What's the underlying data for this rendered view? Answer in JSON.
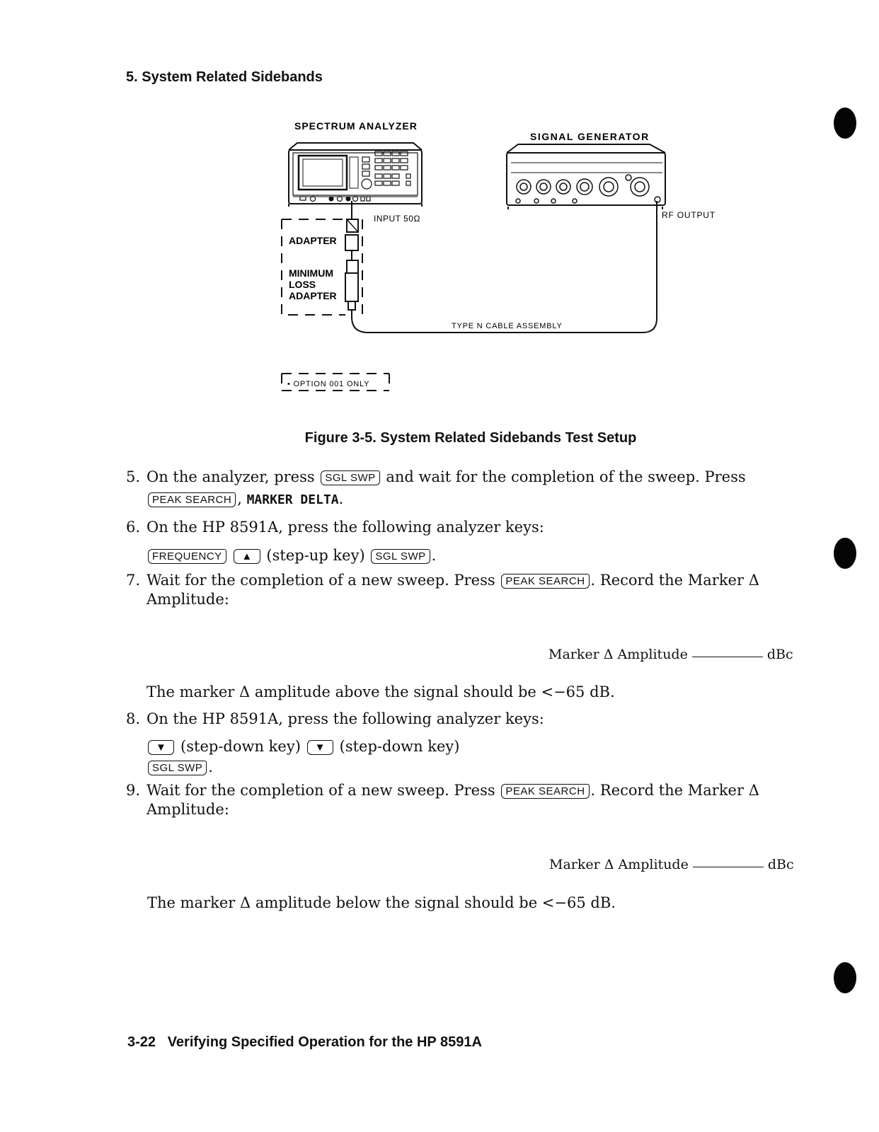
{
  "section_title": "5. System Related Sidebands",
  "figure": {
    "labels": {
      "spectrum_analyzer": "SPECTRUM ANALYZER",
      "signal_generator": "SIGNAL GENERATOR",
      "input": "INPUT 50Ω",
      "rf_output": "RF OUTPUT",
      "adapter": "ADAPTER",
      "minimum": "MINIMUM",
      "loss": "LOSS",
      "adapter2": "ADAPTER",
      "cable": "TYPE N CABLE ASSEMBLY",
      "option": "• OPTION 001 ONLY"
    },
    "caption": "Figure 3-5. System Related Sidebands Test Setup"
  },
  "steps": [
    {
      "num": "5.",
      "t1": "On the analyzer, press",
      "k1": "SGL SWP",
      "t2": "and wait for the completion of the sweep. Press",
      "k2": "PEAK SEARCH",
      "t3": ",",
      "soft": "MARKER DELTA",
      "t4": "."
    },
    {
      "num": "6.",
      "t1": "On the HP 8591A, press the following analyzer keys:",
      "k1": "FREQUENCY",
      "k2": "▲",
      "t2": "(step-up key)",
      "k3": "SGL SWP",
      "t3": "."
    },
    {
      "num": "7.",
      "t1": "Wait for the completion of a new sweep. Press",
      "k1": "PEAK SEARCH",
      "t2": ". Record the Marker Δ",
      "t3": "Amplitude:"
    },
    {
      "num": "8.",
      "t1": "On the HP 8591A, press the following analyzer keys:",
      "k1": "▼",
      "t2": "(step-down key)",
      "k2": "▼",
      "t3": "(step-down key)",
      "k3": "SGL SWP",
      "t4": "."
    },
    {
      "num": "9.",
      "t1": "Wait for the completion of a new sweep. Press",
      "k1": "PEAK SEARCH",
      "t2": ". Record the Marker Δ",
      "t3": "Amplitude:"
    }
  ],
  "record_label": "Marker Δ Amplitude",
  "record_unit": "dBc",
  "note_above": "The marker Δ amplitude above the signal should be <−65 dB.",
  "note_below": "The marker Δ amplitude below the signal should be <−65 dB.",
  "footer": "3-22   Verifying Specified Operation for the HP 8591A"
}
